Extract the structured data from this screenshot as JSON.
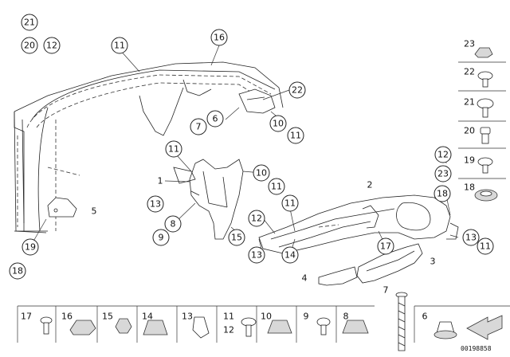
{
  "callouts_main": [
    {
      "id": "c21a",
      "text": "21"
    },
    {
      "id": "c20a",
      "text": "20"
    },
    {
      "id": "c12a",
      "text": "12"
    },
    {
      "id": "c11a",
      "text": "11"
    },
    {
      "id": "c16a",
      "text": "16"
    },
    {
      "id": "c22a",
      "text": "22"
    },
    {
      "id": "c6a",
      "text": "6"
    },
    {
      "id": "c7a",
      "text": "7"
    },
    {
      "id": "c10a",
      "text": "10"
    },
    {
      "id": "c11b",
      "text": "11"
    },
    {
      "id": "c11c",
      "text": "11"
    },
    {
      "id": "c10b",
      "text": "10"
    },
    {
      "id": "c11d",
      "text": "11"
    },
    {
      "id": "c13a",
      "text": "13"
    },
    {
      "id": "c8a",
      "text": "8"
    },
    {
      "id": "c9a",
      "text": "9"
    },
    {
      "id": "c15a",
      "text": "15"
    },
    {
      "id": "c19a",
      "text": "19"
    },
    {
      "id": "c18a",
      "text": "18"
    },
    {
      "id": "c11e",
      "text": "11"
    },
    {
      "id": "c12b",
      "text": "12"
    },
    {
      "id": "c13b",
      "text": "13"
    },
    {
      "id": "c14a",
      "text": "14"
    },
    {
      "id": "c17a",
      "text": "17"
    },
    {
      "id": "c12c",
      "text": "12"
    },
    {
      "id": "c23a",
      "text": "23"
    },
    {
      "id": "c18b",
      "text": "18"
    },
    {
      "id": "c13c",
      "text": "13"
    },
    {
      "id": "c11f",
      "text": "11"
    }
  ],
  "plain_labels": [
    {
      "id": "l1",
      "text": "1"
    },
    {
      "id": "l5",
      "text": "5"
    },
    {
      "id": "l2",
      "text": "2"
    },
    {
      "id": "l3",
      "text": "3"
    },
    {
      "id": "l4",
      "text": "4"
    },
    {
      "id": "l7",
      "text": "7"
    }
  ],
  "side_panel": [
    {
      "id": "s23",
      "text": "23"
    },
    {
      "id": "s22",
      "text": "22"
    },
    {
      "id": "s21",
      "text": "21"
    },
    {
      "id": "s20",
      "text": "20"
    },
    {
      "id": "s19",
      "text": "19"
    },
    {
      "id": "s18",
      "text": "18"
    }
  ],
  "bottom_strip": [
    {
      "id": "b17",
      "text": "17"
    },
    {
      "id": "b16",
      "text": "16"
    },
    {
      "id": "b15",
      "text": "15"
    },
    {
      "id": "b14",
      "text": "14"
    },
    {
      "id": "b13",
      "text": "13"
    },
    {
      "id": "b11",
      "text": "11"
    },
    {
      "id": "b12",
      "text": "12"
    },
    {
      "id": "b10",
      "text": "10"
    },
    {
      "id": "b9",
      "text": "9"
    },
    {
      "id": "b8",
      "text": "8"
    },
    {
      "id": "b6",
      "text": "6"
    }
  ],
  "diagram_id": "00198858"
}
